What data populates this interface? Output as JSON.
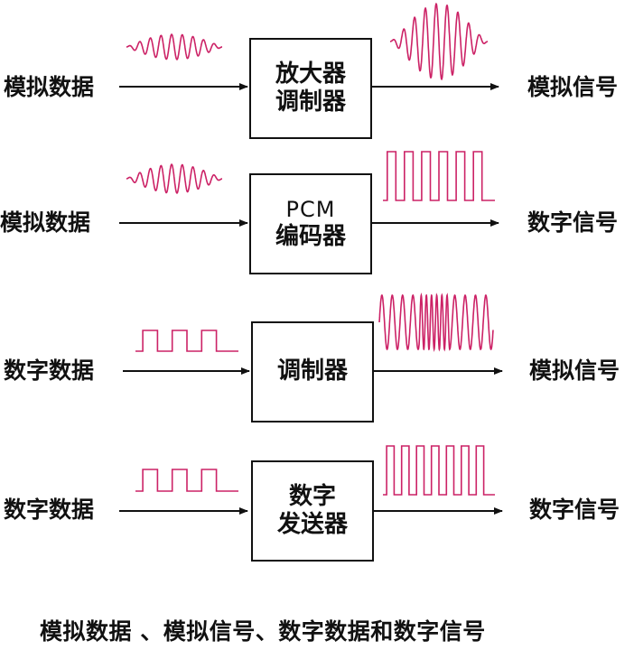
{
  "rows": [
    {
      "input_label": "模拟数据",
      "box_lines": [
        "放大器",
        "调制器"
      ],
      "output_label": "模拟信号",
      "input_wave": "analog-sine-wave-icon",
      "output_wave": "amplified-analog-wave-icon"
    },
    {
      "input_label": "模拟数据",
      "box_lines": [
        "PCM",
        "编码器"
      ],
      "output_label": "数字信号",
      "input_wave": "analog-sine-wave-icon",
      "output_wave": "digital-pulse-train-icon"
    },
    {
      "input_label": "数字数据",
      "box_lines": [
        "调制器"
      ],
      "output_label": "模拟信号",
      "input_wave": "digital-square-wave-icon",
      "output_wave": "modulated-carrier-wave-icon"
    },
    {
      "input_label": "数字数据",
      "box_lines": [
        "数字",
        "发送器"
      ],
      "output_label": "数字信号",
      "input_wave": "digital-square-wave-icon",
      "output_wave": "digital-pulse-train-icon"
    }
  ],
  "caption": "模拟数据 、模拟信号、数字数据和数字信号",
  "colors": {
    "signal": "#cc2266",
    "line": "#111111",
    "background": "#ffffff"
  }
}
